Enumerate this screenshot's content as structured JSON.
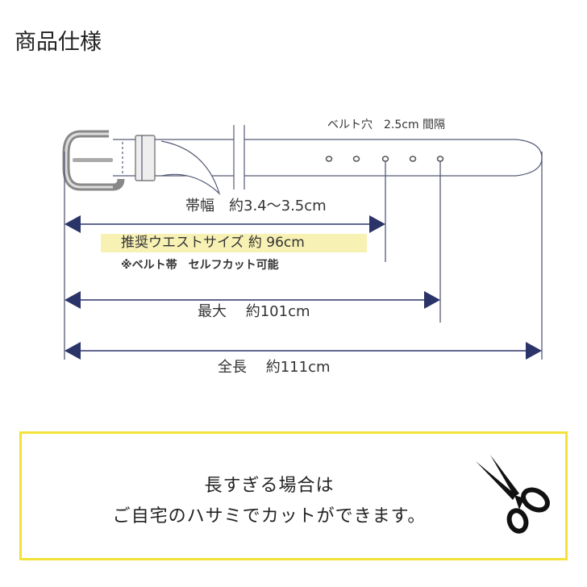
{
  "title": "商品仕様",
  "diagram": {
    "hole_spacing_label": "ベルト穴　2.5cm 間隔",
    "width_label": "帯幅　約3.4〜3.5cm",
    "recommended_waist_label": "推奨ウエストサイズ  約 96cm",
    "self_cut_note": "※ベルト帯　セルフカット可能",
    "max_label": "最大　 約101cm",
    "total_label": "全長　 約111cm",
    "hole_count": 5
  },
  "note": {
    "line1": "長すぎる場合は",
    "line2": "ご自宅のハサミでカットができます。",
    "icon": "scissors-icon"
  },
  "colors": {
    "arrow": "#2b3468",
    "highlight": "#f8f1b4",
    "note_border": "#f2e23a"
  }
}
